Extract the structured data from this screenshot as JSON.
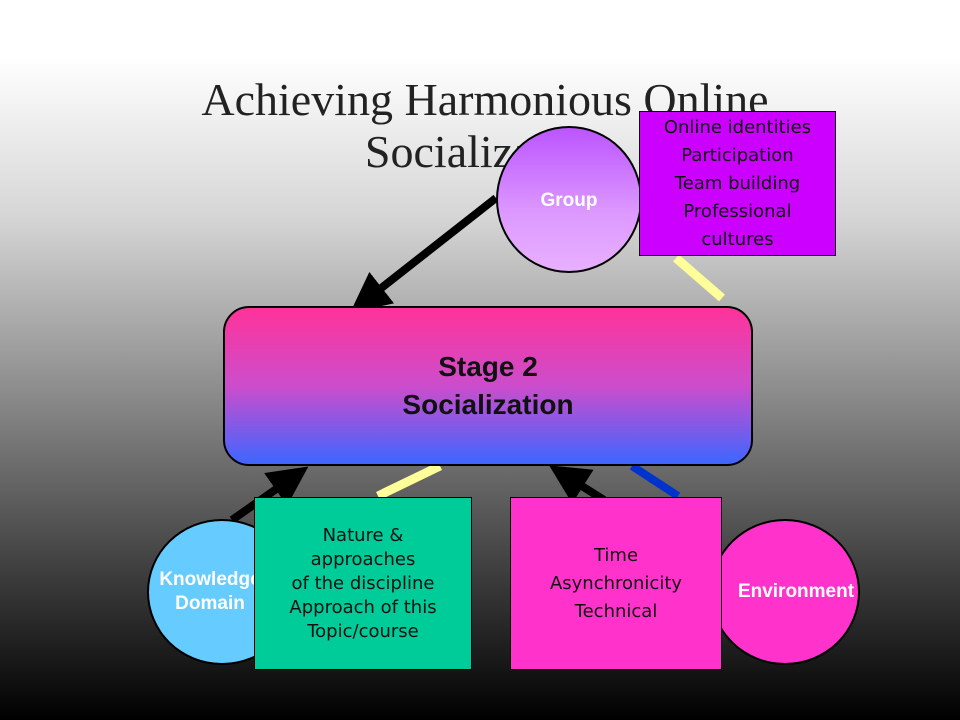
{
  "title": "Achieving Harmonious Online\nSocialization",
  "stage": {
    "line1": "Stage 2",
    "line2": "Socialization"
  },
  "group": {
    "label": "Group"
  },
  "knowledge": {
    "label": "Knowledge\nDomain"
  },
  "environment": {
    "label": "Environment"
  },
  "boxes": {
    "group": "Online identities\nParticipation\nTeam building\nProfessional\ncultures",
    "knowledge": "Nature &\napproaches\nof the discipline\nApproach of this\nTopic/course",
    "environment": "Time\nAsynchronicity\nTechnical"
  },
  "colors": {
    "arrow": "#000000",
    "connector_yellow": "#ffff99",
    "connector_blue": "#0033cc"
  }
}
